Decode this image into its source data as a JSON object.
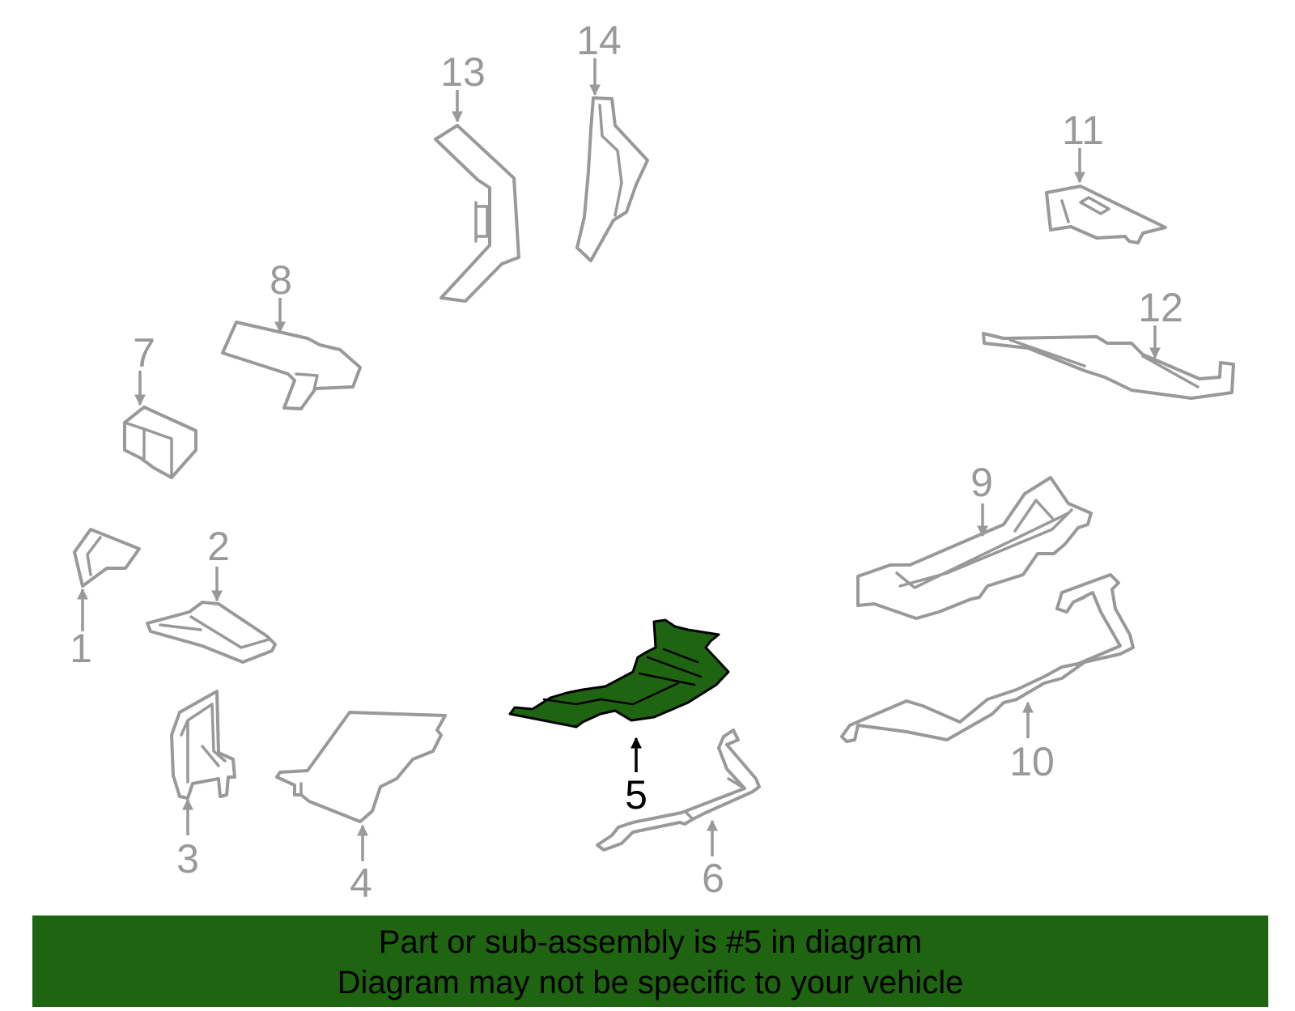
{
  "diagram": {
    "highlight_color": "#1f6410",
    "outline_color": "#999999",
    "highlighted_part": "5",
    "callouts": [
      "1",
      "2",
      "3",
      "4",
      "5",
      "6",
      "7",
      "8",
      "9",
      "10",
      "11",
      "12",
      "13",
      "14"
    ]
  },
  "banner": {
    "line1": "Part or sub-assembly is #5 in diagram",
    "line2": "Diagram may not be specific to your vehicle"
  }
}
